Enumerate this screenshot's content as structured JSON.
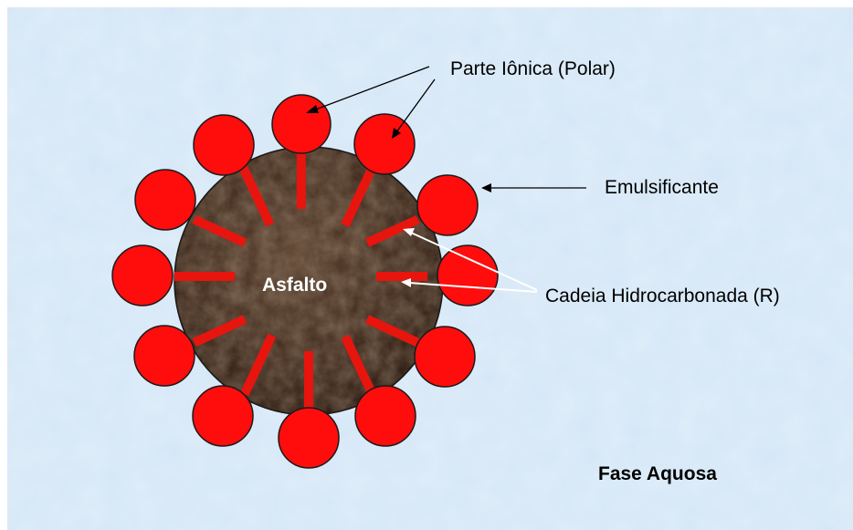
{
  "labels": {
    "ionic_part": "Parte Iônica (Polar)",
    "emulsifier": "Emulsificante",
    "hydrocarbon_chain": "Cadeia Hidrocarbonada (R)",
    "asphalt": "Asfalto",
    "aqueous_phase": "Fase Aquosa"
  },
  "colors": {
    "background": "#d4e6f6",
    "asphalt": "#4a3324",
    "polar_head": "#ff0d0d",
    "tail": "#e8140e",
    "outline": "#1a1a1a"
  }
}
